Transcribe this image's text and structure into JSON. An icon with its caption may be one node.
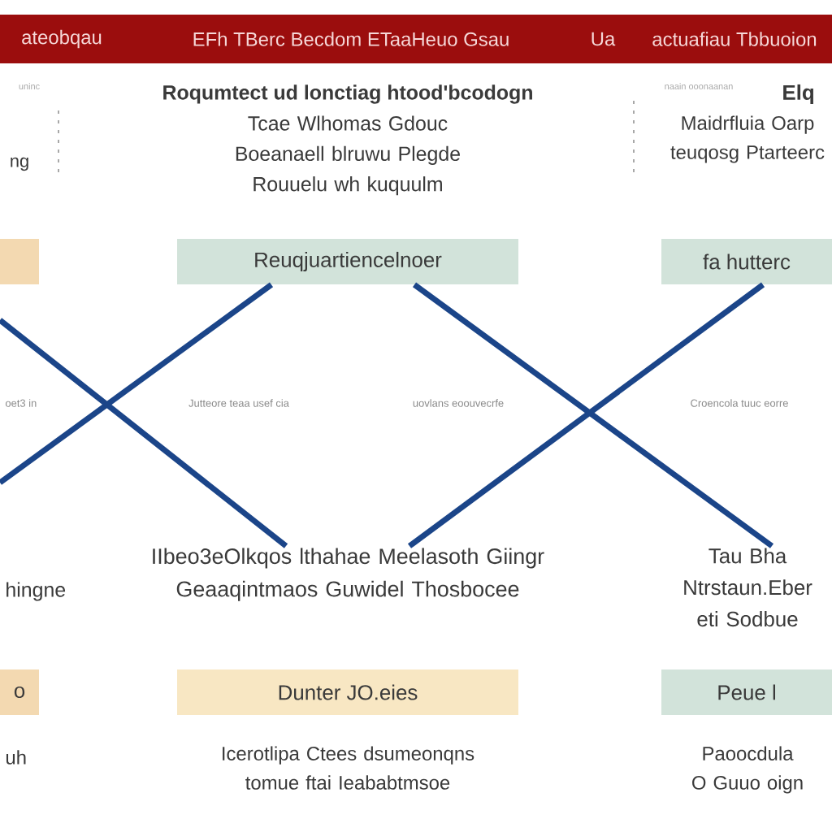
{
  "diagram": {
    "nodes": [
      {
        "text": [],
        "shape": "box"
      },
      {
        "text": [
          "Reuqjuartiencelnoer"
        ]
      },
      {
        "text": [
          "fa hutterc"
        ]
      },
      {
        "text": [
          "IIbeo3eOlkqos lthahae Meelasoth Giingr Geaaqintmaos Guwidel Thosbocee"
        ]
      },
      {
        "text": [
          "Tau Bha Ntrstaun.Eber eti Sodbue"
        ]
      },
      {
        "text": [
          "o"
        ]
      },
      {
        "text": [
          "Dunter JO.eies"
        ]
      },
      {
        "text": [
          "Peue l"
        ]
      }
    ],
    "edges": [
      {
        "from": 1,
        "to": null,
        "arrow": "none"
      },
      {
        "from": null,
        "to": 3,
        "arrow": "none"
      },
      {
        "from": 1,
        "to": 4,
        "arrow": "none"
      },
      {
        "from": 2,
        "to": 3,
        "arrow": "none"
      }
    ],
    "labels": [
      "ateobqau",
      "EFh TBerc Becdom ETaaHeuo Gsau",
      "Ua",
      "actuafiau Tbbuoion",
      "uninc",
      "ng",
      "Roqumtect ud lonctiag htood'bcodogn",
      "Tcae Wlhomas Gdouc Boeanaell blruwu Plegde Rouuelu wh kuquulm",
      "naain ooonaanan",
      "Elq",
      "Maidrfluia Oarp teuqosg Ptarteerc",
      "oet3 in",
      "Jutteore teaa usef cia",
      "uovlans eoouvecrfe",
      "Croencola tuuc eorre",
      "hingne",
      "uh",
      "Icerotlipa Ctees dsumeonqns tomue ftai Ieababtmsoe",
      "Paoocdula O Guuo oign"
    ]
  }
}
